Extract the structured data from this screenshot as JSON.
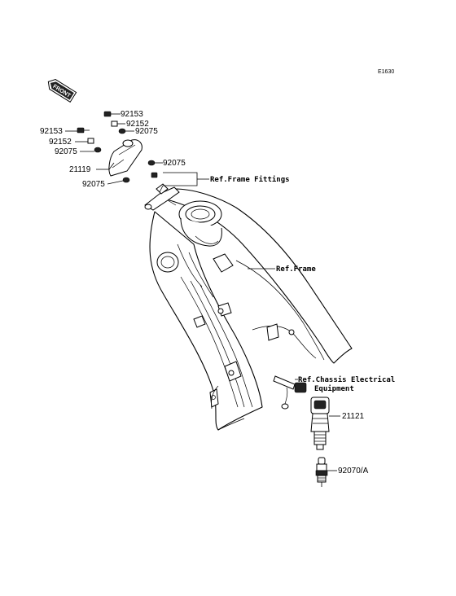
{
  "diagram_code": "E1630",
  "front_badge": "FRONT",
  "parts": {
    "p92153_top": "92153",
    "p92152_top": "92152",
    "p92075_top": "92075",
    "p92153_left": "92153",
    "p92152_left": "92152",
    "p92075_left": "92075",
    "p21119": "21119",
    "p92075_bottom": "92075",
    "p92075_right": "92075",
    "p21121": "21121",
    "p92070a": "92070/A"
  },
  "references": {
    "frame_fittings": "Ref.Frame Fittings",
    "frame": "Ref.Frame",
    "chassis_electrical_line1": "Ref.Chassis Electrical",
    "chassis_electrical_line2": "Equipment"
  }
}
